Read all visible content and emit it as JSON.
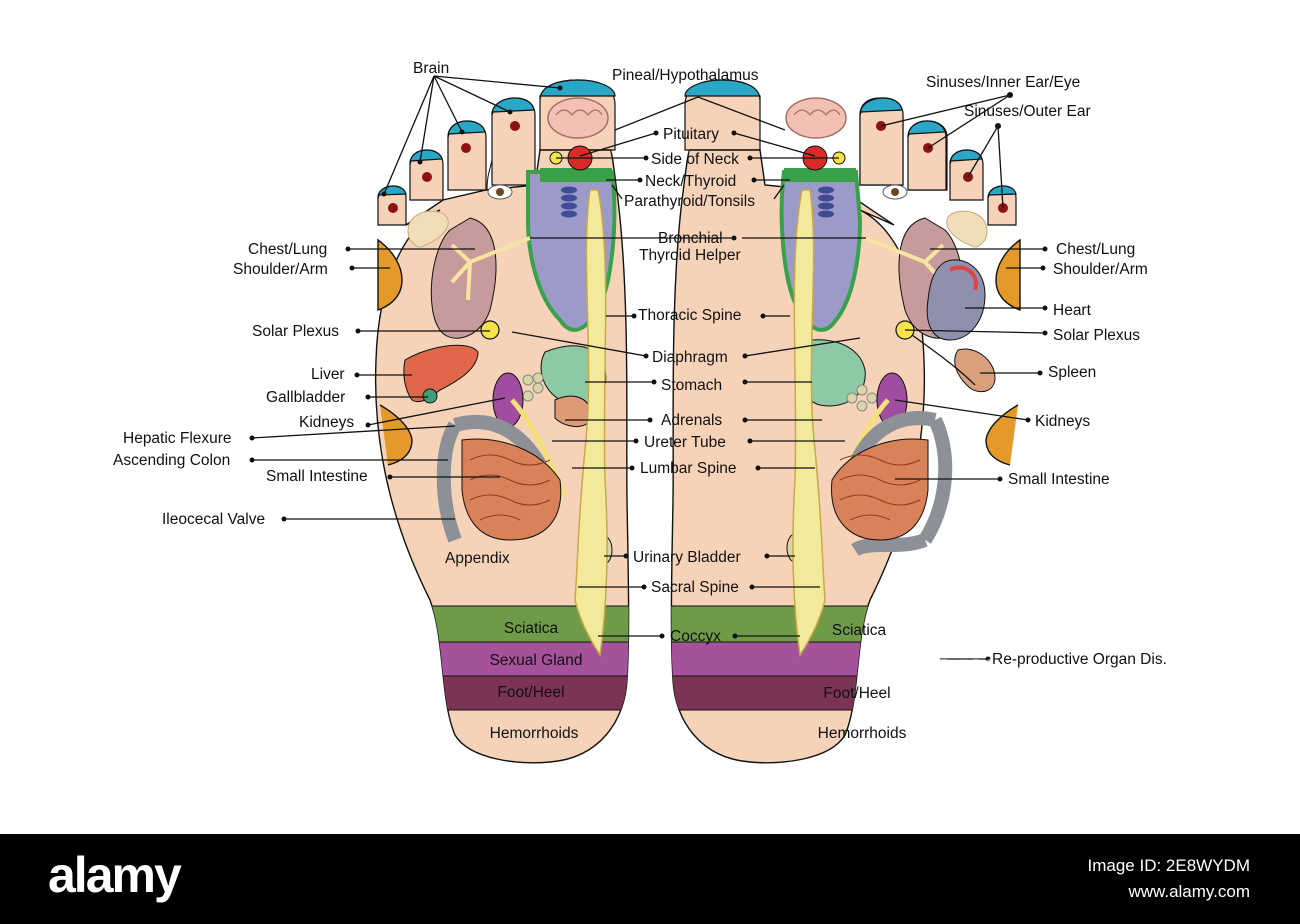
{
  "labels": {
    "brain": "Brain",
    "pineal": "Pineal/Hypothalamus",
    "sinuses_inner": "Sinuses/Inner Ear/Eye",
    "sinuses_outer": "Sinuses/Outer Ear",
    "pituitary": "Pituitary",
    "side_neck": "Side of Neck",
    "neck_thyroid": "Neck/Thyroid",
    "parathyroid": "Parathyroid/Tonsils",
    "bronchial": "Bronchial",
    "thyroid_helper": "Thyroid Helper",
    "chest_lung": "Chest/Lung",
    "shoulder_arm": "Shoulder/Arm",
    "heart": "Heart",
    "solar_plexus": "Solar Plexus",
    "thoracic_spine": "Thoracic Spine",
    "diaphragm": "Diaphragm",
    "liver": "Liver",
    "stomach": "Stomach",
    "spleen": "Spleen",
    "gallbladder": "Gallbladder",
    "adrenals": "Adrenals",
    "kidneys": "Kidneys",
    "hepatic_flexure": "Hepatic Flexure",
    "ureter_tube": "Ureter Tube",
    "ascending_colon": "Ascending Colon",
    "lumbar_spine": "Lumbar Spine",
    "small_intestine": "Small Intestine",
    "ileocecal_valve": "Ileocecal Valve",
    "appendix": "Appendix",
    "urinary_bladder": "Urinary Bladder",
    "sacral_spine": "Sacral Spine",
    "coccyx": "Coccyx",
    "reproductive": "Re-productive Organ Dis."
  },
  "heel_zones": {
    "sciatica": "Sciatica",
    "sexual_gland": "Sexual Gland",
    "foot_heel": "Foot/Heel",
    "hemorrhoids": "Hemorrhoids"
  },
  "footer": {
    "brand": "alamy",
    "image_id": "Image ID: 2E8WYDM",
    "url": "www.alamy.com",
    "watermark": "alamy"
  },
  "colors": {
    "skin": "#f6d3b8",
    "toe_tip": "#2aa6c7",
    "sciatica": "#6f9a48",
    "sexual_gland": "#a4529a",
    "foot_heel": "#7c3455",
    "thyroid_zone": "#9b9ac8",
    "neck_band": "#3aa14a",
    "spine": "#f2ea9a",
    "stomach": "#8ec9a6",
    "liver": "#e0674a",
    "kidney": "#a14d9f",
    "colon": "#8d9096",
    "intestine": "#d9825a",
    "shoulder": "#e39a2a"
  }
}
